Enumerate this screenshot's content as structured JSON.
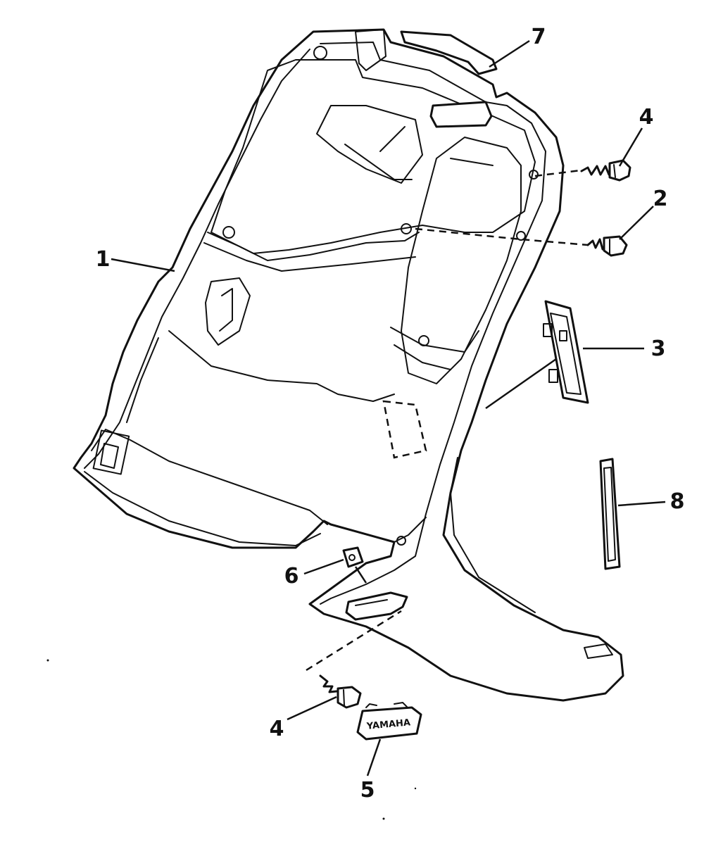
{
  "callouts": {
    "c1": "1",
    "c2": "2",
    "c3": "3",
    "c4_top": "4",
    "c4_bottom": "4",
    "c5": "5",
    "c6": "6",
    "c7": "7",
    "c8": "8"
  },
  "emblem_text": "YAMAHA",
  "colors": {
    "ink": "#111111",
    "background": "#ffffff"
  }
}
